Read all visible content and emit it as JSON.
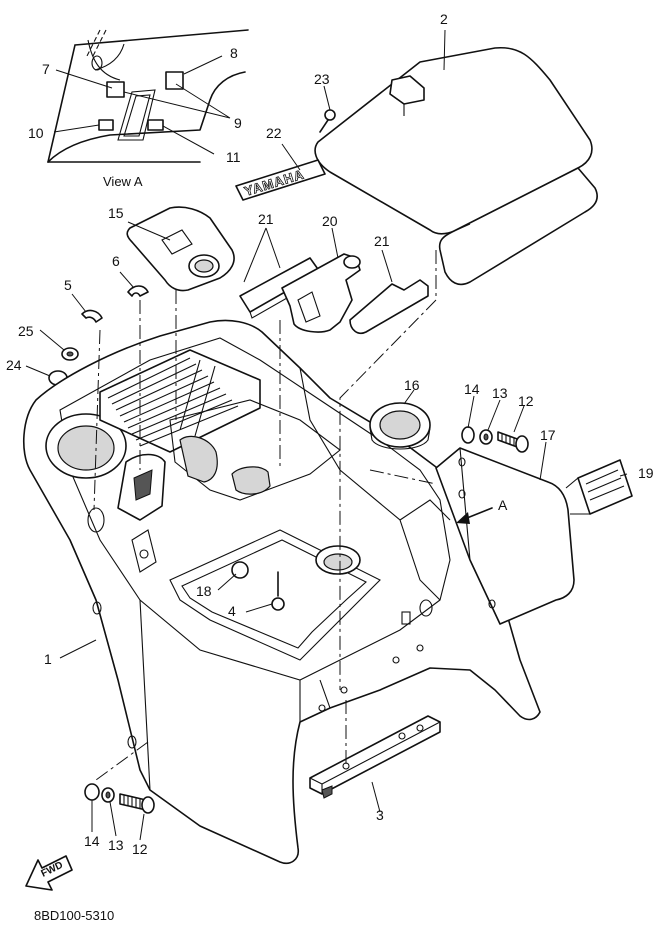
{
  "diagram": {
    "view_label": "View A",
    "arrow_label": "A",
    "drawing_code": "8BD100-5310",
    "fwd_label": "FWD",
    "logo_text": "YAMAHA",
    "callouts": [
      {
        "id": "c1",
        "text": "1"
      },
      {
        "id": "c2",
        "text": "2"
      },
      {
        "id": "c3",
        "text": "3"
      },
      {
        "id": "c4",
        "text": "4"
      },
      {
        "id": "c5",
        "text": "5"
      },
      {
        "id": "c6",
        "text": "6"
      },
      {
        "id": "c7",
        "text": "7"
      },
      {
        "id": "c8",
        "text": "8"
      },
      {
        "id": "c9",
        "text": "9"
      },
      {
        "id": "c10",
        "text": "10"
      },
      {
        "id": "c11",
        "text": "11"
      },
      {
        "id": "c12a",
        "text": "12"
      },
      {
        "id": "c12b",
        "text": "12"
      },
      {
        "id": "c13a",
        "text": "13"
      },
      {
        "id": "c13b",
        "text": "13"
      },
      {
        "id": "c14a",
        "text": "14"
      },
      {
        "id": "c14b",
        "text": "14"
      },
      {
        "id": "c15",
        "text": "15"
      },
      {
        "id": "c16",
        "text": "16"
      },
      {
        "id": "c17",
        "text": "17"
      },
      {
        "id": "c18",
        "text": "18"
      },
      {
        "id": "c19",
        "text": "19"
      },
      {
        "id": "c20",
        "text": "20"
      },
      {
        "id": "c21a",
        "text": "21"
      },
      {
        "id": "c21b",
        "text": "21"
      },
      {
        "id": "c22",
        "text": "22"
      },
      {
        "id": "c23",
        "text": "23"
      },
      {
        "id": "c24",
        "text": "24"
      },
      {
        "id": "c25",
        "text": "25"
      }
    ]
  }
}
